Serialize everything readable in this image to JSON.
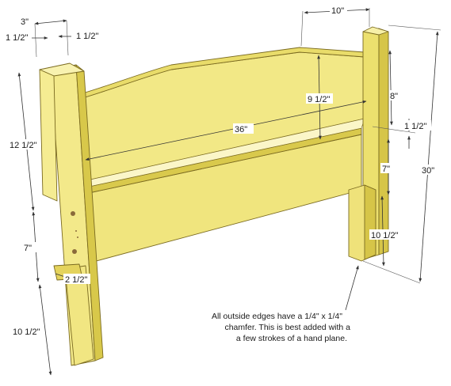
{
  "diagram": {
    "part": "headboard",
    "colors": {
      "wood_light": "#f4ec8c",
      "wood_mid": "#e6d862",
      "wood_dark": "#c9b83c",
      "edge": "#7a6a20",
      "bolt_hole": "#8a6a3a"
    },
    "dimensions": {
      "top_post_depth": "3\"",
      "post_face_a": "1 1/2\"",
      "post_face_b": "1 1/2\"",
      "upper_post_height": "12 1/2\"",
      "lower_rail_height": "7\"",
      "leg_height_left": "10 1/2\"",
      "notch": "2 1/2\"",
      "post_width": "10\"",
      "panel_rise": "8\"",
      "panel_height": "9 1/2\"",
      "panel_width": "36\"",
      "gap": "1 1/2\"",
      "lower_rail_height_right": "7\"",
      "leg_height_right": "10 1/2\"",
      "overall_height": "30\""
    },
    "note": {
      "line1": "All outside edges have a 1/4\" x 1/4\"",
      "line2": "chamfer.  This is best added with a",
      "line3": "a few strokes of a hand plane."
    }
  }
}
